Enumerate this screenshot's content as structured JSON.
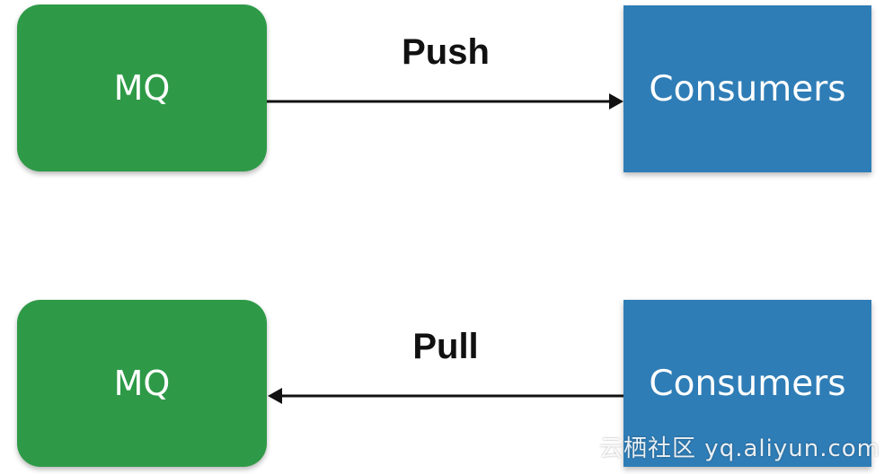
{
  "top_row": {
    "source": "MQ",
    "target": "Consumers",
    "arrow_label": "Push"
  },
  "bottom_row": {
    "source": "MQ",
    "target": "Consumers",
    "arrow_label": "Pull"
  },
  "watermark": "云栖社区 yq.aliyun.com",
  "colors": {
    "mq_box": "#2e9a47",
    "consumer_box": "#2f7db6",
    "arrow": "#111111"
  }
}
